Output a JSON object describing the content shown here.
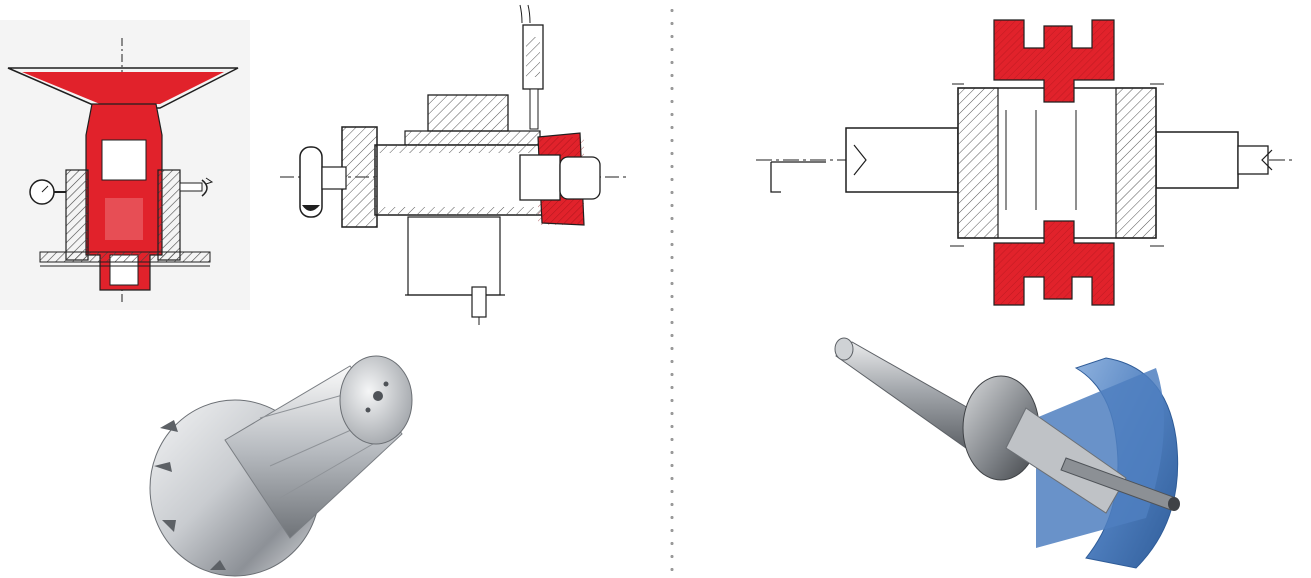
{
  "figure": {
    "description_visible_text": "",
    "panels": [
      {
        "id": "left",
        "items": [
          "chuck-drawing-small",
          "arbor-drawing",
          "arbor-render"
        ]
      },
      {
        "id": "right",
        "items": [
          "wheel-mount-drawing",
          "shaft-disc-render"
        ]
      }
    ]
  },
  "colors": {
    "highlight_red": "#e1222b",
    "ink": "#1f1f1f",
    "hatch": "#555555",
    "steel_light": "#e4e6e8",
    "steel_mid": "#a9adb2",
    "steel_dark": "#5d6166",
    "blue_disc": "#4f7fbf",
    "blue_disc_dark": "#2f5c98",
    "divider_dots": "#9a9a9a",
    "paper_bg": "#f4f4f4"
  }
}
